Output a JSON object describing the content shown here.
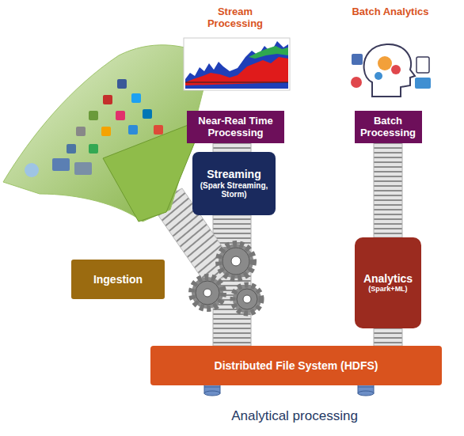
{
  "diagram": {
    "caption": "Analytical processing",
    "nodes": [
      {
        "text": [
          "Near-Real Time Processing"
        ]
      },
      {
        "text": [
          "Streaming",
          "(Spark Streaming, Storm)"
        ]
      },
      {
        "text": [
          "Batch Processing"
        ]
      },
      {
        "text": [
          "Ingestion"
        ]
      },
      {
        "text": [
          "Analytics",
          "(Spark+ML)"
        ]
      },
      {
        "text": [
          "Distributed File System (HDFS)"
        ]
      }
    ],
    "edges": [
      {
        "from": 5,
        "to": 1,
        "arrow": "none"
      },
      {
        "from": 1,
        "to": 0,
        "arrow": "none"
      },
      {
        "from": 5,
        "to": 4,
        "arrow": "none"
      },
      {
        "from": 4,
        "to": 2,
        "arrow": "none"
      }
    ],
    "labels": [
      "Stream Processing",
      "Batch Analytics"
    ]
  }
}
